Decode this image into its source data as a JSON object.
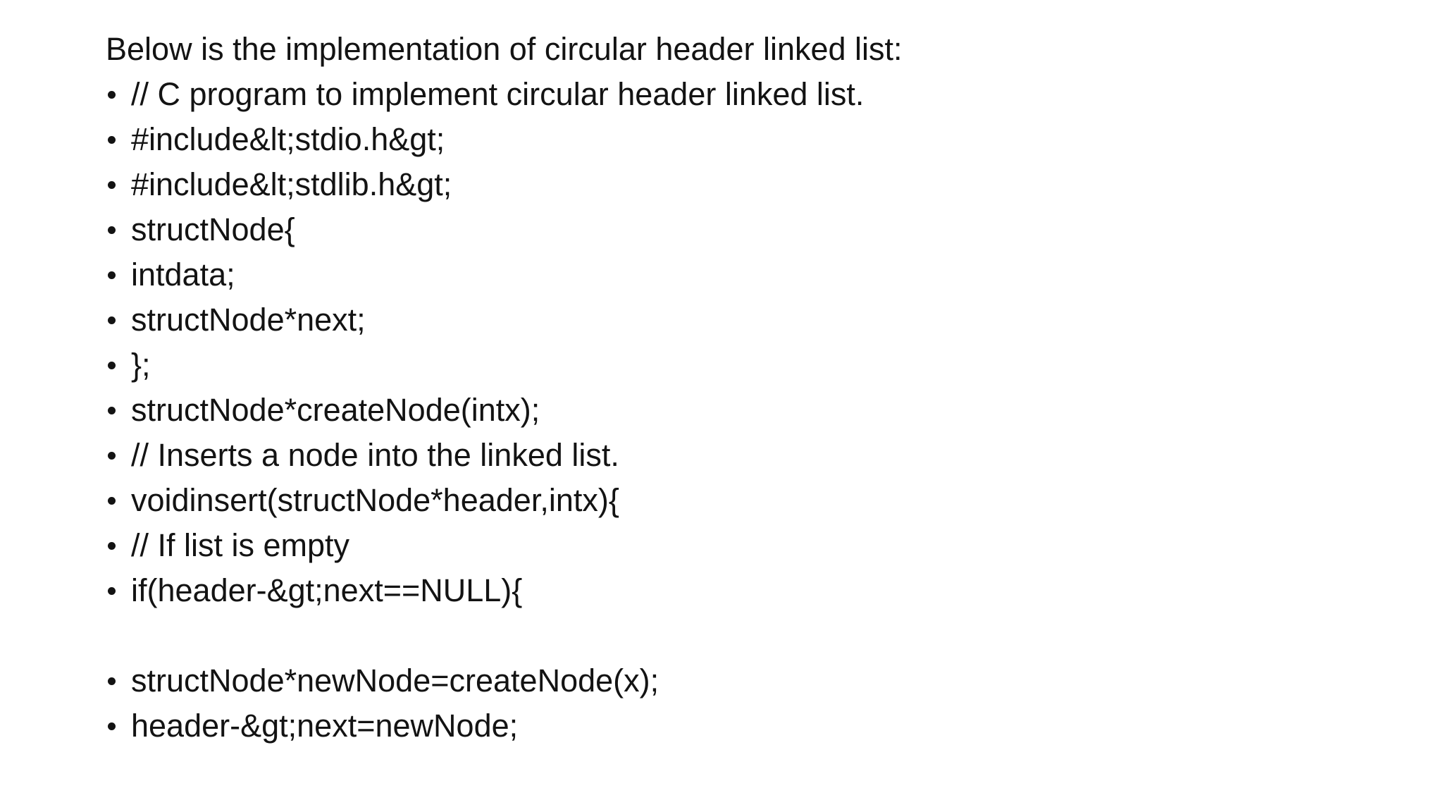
{
  "slide": {
    "background_color": "#ffffff",
    "text_color": "#131313",
    "title": "Below is the implementation of circular header linked list:",
    "bullets": [
      "// C program to implement circular header linked list.",
      "#include&lt;stdio.h&gt;",
      "#include&lt;stdlib.h&gt;",
      "structNode{",
      "intdata;",
      "structNode*next;",
      "};",
      "structNode*createNode(intx);",
      "// Inserts a node into the linked list.",
      "voidinsert(structNode*header,intx){",
      "// If list is empty",
      "if(header-&gt;next==NULL){",
      "structNode*newNode=createNode(x);",
      "header-&gt;next=newNode;"
    ]
  }
}
